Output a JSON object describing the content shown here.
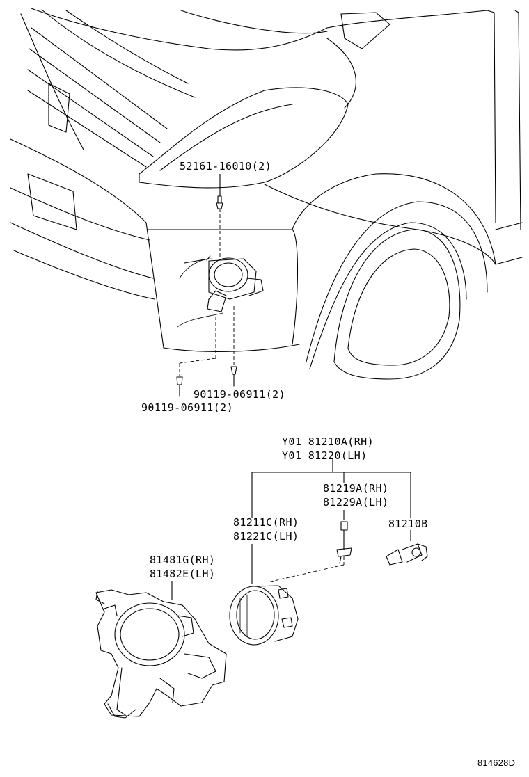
{
  "diagram": {
    "part_labels": {
      "screw_top": "52161-16010(2)",
      "bolt_right": "90119-06911(2)",
      "bolt_left": "90119-06911(2)",
      "lamp_assy_rh": "Y01 81210A(RH)",
      "lamp_assy_lh": "Y01 81220(LH)",
      "socket_rh": "81219A(RH)",
      "socket_lh": "81229A(LH)",
      "lamp_unit_rh": "81211C(RH)",
      "lamp_unit_lh": "81221C(LH)",
      "bulb": "81210B",
      "cover_rh": "81481G(RH)",
      "cover_lh": "81482E(LH)"
    },
    "drawing_code": "814628D"
  }
}
